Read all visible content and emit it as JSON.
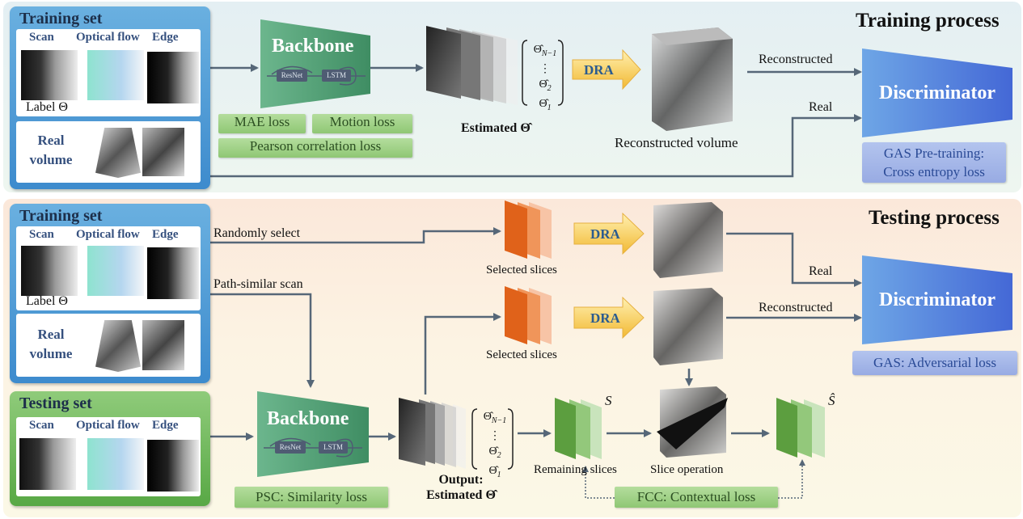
{
  "training": {
    "title": "Training process",
    "set_title": "Training set",
    "col_labels": [
      "Scan",
      "Optical flow",
      "Edge"
    ],
    "label_theta": "Label Θ",
    "real_volume": [
      "Real",
      "volume"
    ],
    "backbone": {
      "title": "Backbone",
      "modules": [
        "ResNet",
        "LSTM"
      ]
    },
    "losses": [
      "MAE loss",
      "Motion loss",
      "Pearson correlation loss"
    ],
    "estimated": "Estimated Θ̂",
    "theta_vector": [
      "Θ̂_{N−1}",
      "⋮",
      "Θ̂_2",
      "Θ̂_1"
    ],
    "dra": "DRA",
    "reconstructed_volume": "Reconstructed volume",
    "edge_labels": {
      "reconstructed": "Reconstructed",
      "real": "Real"
    },
    "discriminator": "Discriminator",
    "gas_box": [
      "GAS Pre-training:",
      "Cross entropy loss"
    ]
  },
  "testing": {
    "title": "Testing process",
    "training_set_title": "Training set",
    "testing_set_title": "Testing set",
    "col_labels": [
      "Scan",
      "Optical flow",
      "Edge"
    ],
    "label_theta": "Label Θ",
    "real_volume": [
      "Real",
      "volume"
    ],
    "randomly_select": "Randomly select",
    "path_similar": "Path-similar scan",
    "selected_slices": "Selected slices",
    "dra": "DRA",
    "edge_labels": {
      "real": "Real",
      "reconstructed": "Reconstructed"
    },
    "discriminator": "Discriminator",
    "gas_box": "GAS: Adversarial loss",
    "backbone": {
      "title": "Backbone",
      "modules": [
        "ResNet",
        "LSTM"
      ]
    },
    "psc_loss": "PSC: Similarity loss",
    "output": [
      "Output:",
      "Estimated Θ̂"
    ],
    "theta_vector": [
      "Θ̂_{N−1}",
      "⋮",
      "Θ̂_2",
      "Θ̂_1"
    ],
    "remaining_slices": "Remaining slices",
    "s_label": "S",
    "s_hat_label": "Ŝ",
    "slice_operation": "Slice operation",
    "fcc_loss": "FCC: Contextual loss"
  },
  "colors": {
    "arrow": "#566778",
    "backbone_green": "#4f9e74",
    "discriminator_blue": "#4a7bdb",
    "dra_yellow": "#f3c443",
    "slice_orange": "#e56a1c",
    "slice_green": "#5c9e3f"
  }
}
